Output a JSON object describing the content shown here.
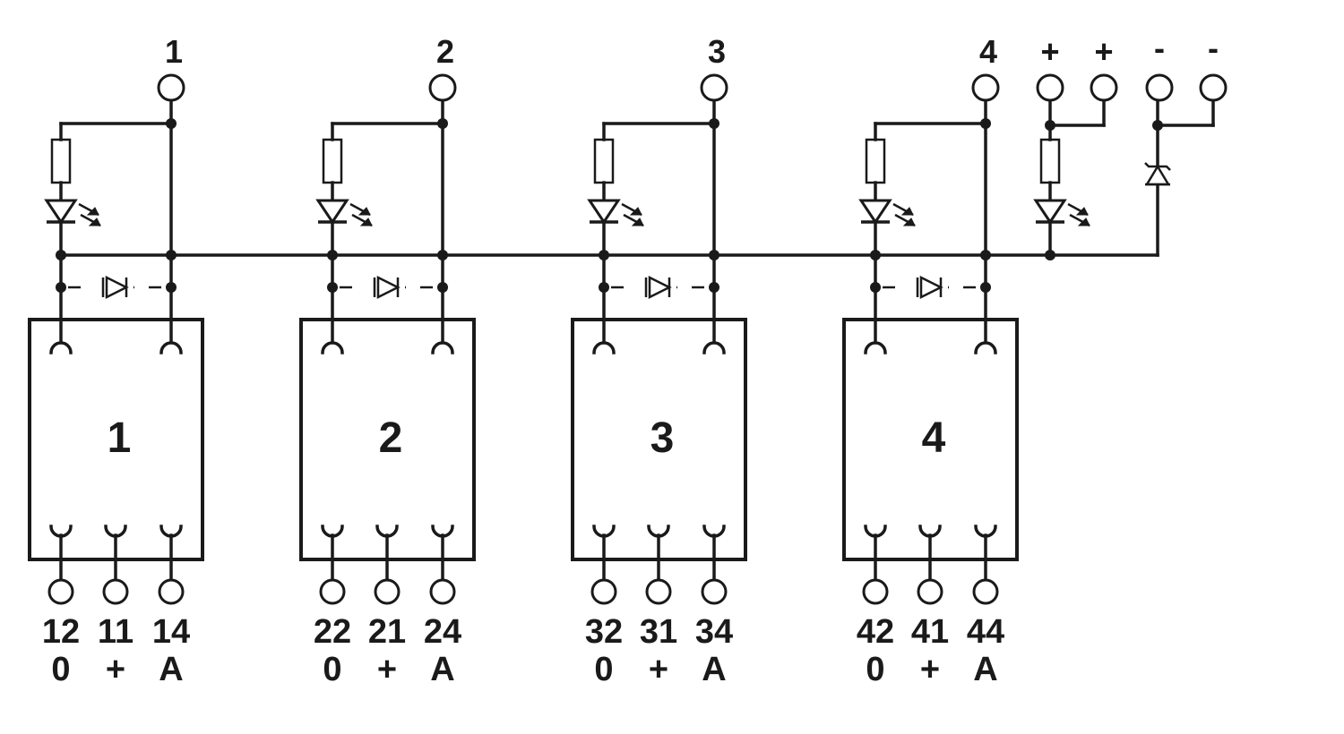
{
  "diagram": {
    "colors": {
      "line": "#1a1a1a",
      "background": "#ffffff"
    },
    "channels": [
      {
        "top_label": "1",
        "box_label": "1",
        "pins": [
          {
            "number": "12",
            "function": "0"
          },
          {
            "number": "11",
            "function": "+"
          },
          {
            "number": "14",
            "function": "A"
          }
        ]
      },
      {
        "top_label": "2",
        "box_label": "2",
        "pins": [
          {
            "number": "22",
            "function": "0"
          },
          {
            "number": "21",
            "function": "+"
          },
          {
            "number": "24",
            "function": "A"
          }
        ]
      },
      {
        "top_label": "3",
        "box_label": "3",
        "pins": [
          {
            "number": "32",
            "function": "0"
          },
          {
            "number": "31",
            "function": "+"
          },
          {
            "number": "34",
            "function": "A"
          }
        ]
      },
      {
        "top_label": "4",
        "box_label": "4",
        "pins": [
          {
            "number": "42",
            "function": "0"
          },
          {
            "number": "41",
            "function": "+"
          },
          {
            "number": "44",
            "function": "A"
          }
        ]
      }
    ],
    "supply_terminals": [
      {
        "label": "+"
      },
      {
        "label": "+"
      },
      {
        "label": "-"
      },
      {
        "label": "-"
      }
    ],
    "component_icons": [
      "terminal-icon",
      "resistor-icon",
      "led-icon",
      "diode-icon",
      "zener-diode-icon",
      "junction-dot-icon"
    ]
  }
}
